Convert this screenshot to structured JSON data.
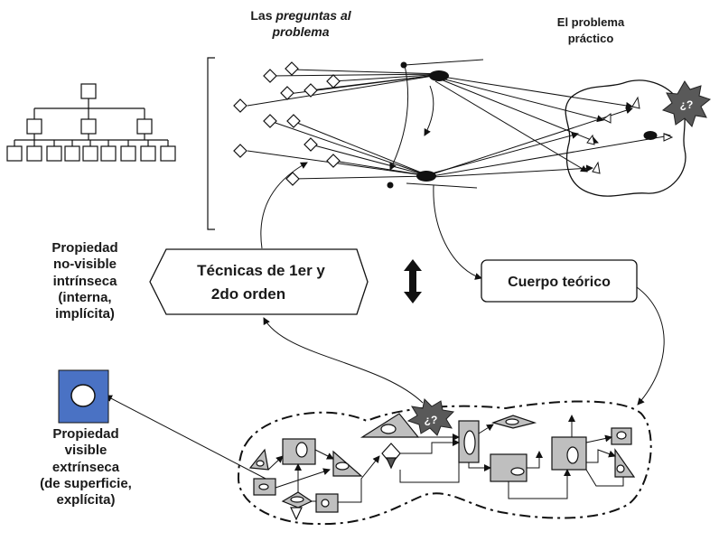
{
  "labels": {
    "preguntas": {
      "prefix": "Las",
      "italic": "preguntas al",
      "line2": "problema"
    },
    "problema_practico": {
      "line1": "El problema",
      "line2": "práctico"
    },
    "tecnicas": {
      "line1": "Técnicas de 1er y",
      "line2": "2do orden"
    },
    "cuerpo_teorico": "Cuerpo teórico",
    "propiedad_no_visible": [
      "Propiedad",
      "no-visible",
      "intrínseca",
      "(interna,",
      "implícita)"
    ],
    "propiedad_visible": [
      "Propiedad",
      "visible",
      "extrínseca",
      "(de superficie,",
      "explícita)"
    ],
    "question_burst": "¿?"
  },
  "colors": {
    "stroke": "#111111",
    "shape_fill": "#bfbfbf",
    "burst_fill": "#595959",
    "blue_square": "#4a72c4",
    "text": "#1a1a1a"
  }
}
